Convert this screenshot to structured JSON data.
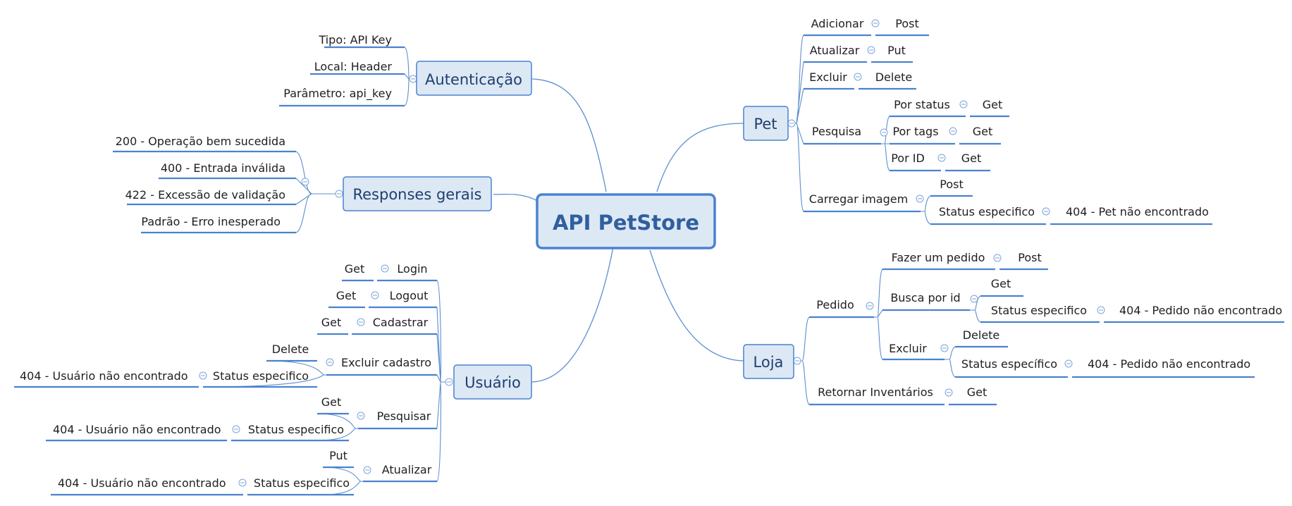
{
  "central": {
    "title": "API PetStore"
  },
  "autenticacao": {
    "label": "Autenticação",
    "items": [
      "Tipo: API Key",
      "Local: Header",
      "Parâmetro: api_key"
    ]
  },
  "responses": {
    "label": "Responses gerais",
    "items": [
      "200 - Operação bem sucedida",
      "400 - Entrada inválida",
      "422 - Excessão de validação",
      "Padrão - Erro inesperado"
    ]
  },
  "usuario": {
    "label": "Usuário",
    "login": {
      "label": "Login",
      "method": "Get"
    },
    "logout": {
      "label": "Logout",
      "method": "Get"
    },
    "cadastrar": {
      "label": "Cadastrar",
      "method": "Get"
    },
    "excluir": {
      "label": "Excluir cadastro",
      "method": "Delete",
      "status_label": "Status especifico",
      "status_value": "404 - Usuário não encontrado"
    },
    "pesquisar": {
      "label": "Pesquisar",
      "method": "Get",
      "status_label": "Status especifico",
      "status_value": "404 - Usuário não encontrado"
    },
    "atualizar": {
      "label": "Atualizar",
      "method": "Put",
      "status_label": "Status especifico",
      "status_value": "404 - Usuário não encontrado"
    }
  },
  "pet": {
    "label": "Pet",
    "adicionar": {
      "label": "Adicionar",
      "method": "Post"
    },
    "atualizar": {
      "label": "Atualizar",
      "method": "Put"
    },
    "excluir": {
      "label": "Excluir",
      "method": "Delete"
    },
    "pesquisa": {
      "label": "Pesquisa",
      "status": {
        "label": "Por status",
        "method": "Get"
      },
      "tags": {
        "label": "Por tags",
        "method": "Get"
      },
      "id": {
        "label": "Por ID",
        "method": "Get"
      }
    },
    "carregar": {
      "label": "Carregar imagem",
      "method": "Post",
      "status_label": "Status especifico",
      "status_value": "404 - Pet não encontrado"
    }
  },
  "loja": {
    "label": "Loja",
    "pedido": {
      "label": "Pedido",
      "fazer": {
        "label": "Fazer um pedido",
        "method": "Post"
      },
      "busca": {
        "label": "Busca por id",
        "method": "Get",
        "status_label": "Status especifico",
        "status_value": "404 - Pedido não encontrado"
      },
      "excluir": {
        "label": "Excluir",
        "method": "Delete",
        "status_label": "Status específico",
        "status_value": "404 - Pedido não encontrado"
      }
    },
    "inventarios": {
      "label": "Retornar Inventários",
      "method": "Get"
    }
  },
  "colors": {
    "accent": "#4a82cf",
    "node_fill": "#dde8f5",
    "central_text": "#2f5f9e",
    "line": "#5b8fd0"
  }
}
